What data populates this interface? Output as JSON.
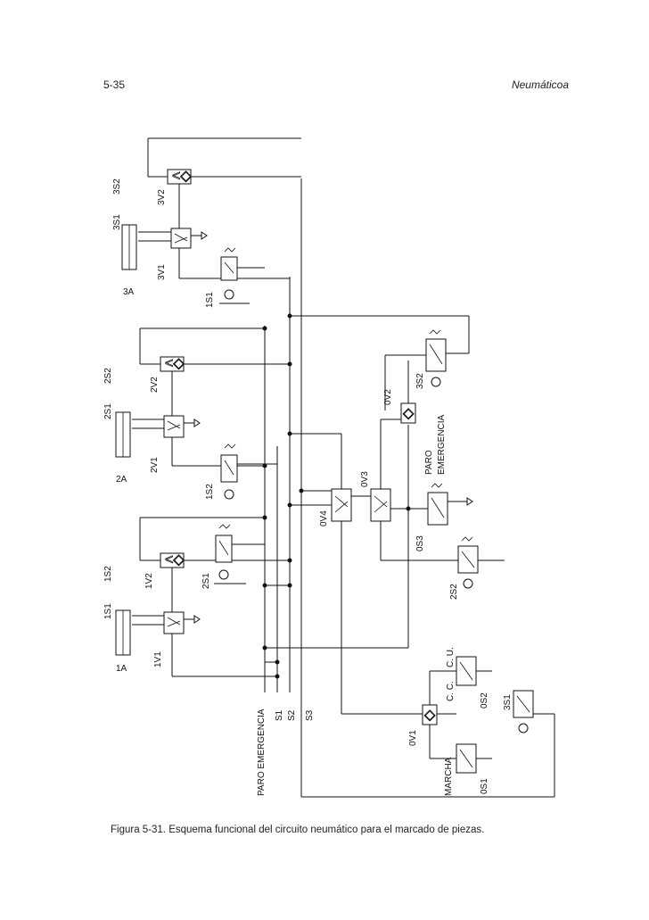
{
  "header": {
    "page_number": "5-35",
    "chapter": "Neumáticoa"
  },
  "caption": "Figura 5-31. Esquema funcional del circuito neumático para el marcado de piezas.",
  "labels": {
    "c3A": "3A",
    "c2A": "2A",
    "c1A": "1A",
    "s3S2": "3S2",
    "s3S1": "3S1",
    "s2S2": "2S2",
    "s2S1": "2S1",
    "s1S2": "1S2",
    "s1S1": "1S1",
    "v3V1": "3V1",
    "v3V2": "3V2",
    "v2V1": "2V1",
    "v2V2": "2V2",
    "v1V1": "1V1",
    "v1V2": "1V2",
    "b1S1": "1S1",
    "b1S2": "1S2",
    "b2S1": "2S1",
    "v0V1": "0V1",
    "v0V2": "0V2",
    "v0V3": "0V3",
    "v0V4": "0V4",
    "b0S1": "0S1",
    "b0S2": "0S2",
    "b0S3": "0S3",
    "b2S2": "2S2",
    "b3S1": "3S1",
    "b3S2": "3S2",
    "paro1": "PARO",
    "emerg1": "EMERGENCIA",
    "paroEmerg": "PARO EMERGENCIA",
    "lineS1": "S1",
    "lineS2": "S2",
    "lineS3": "S3",
    "cc": "C. C.",
    "cu": "C. U.",
    "marcha": "MARCHA"
  }
}
